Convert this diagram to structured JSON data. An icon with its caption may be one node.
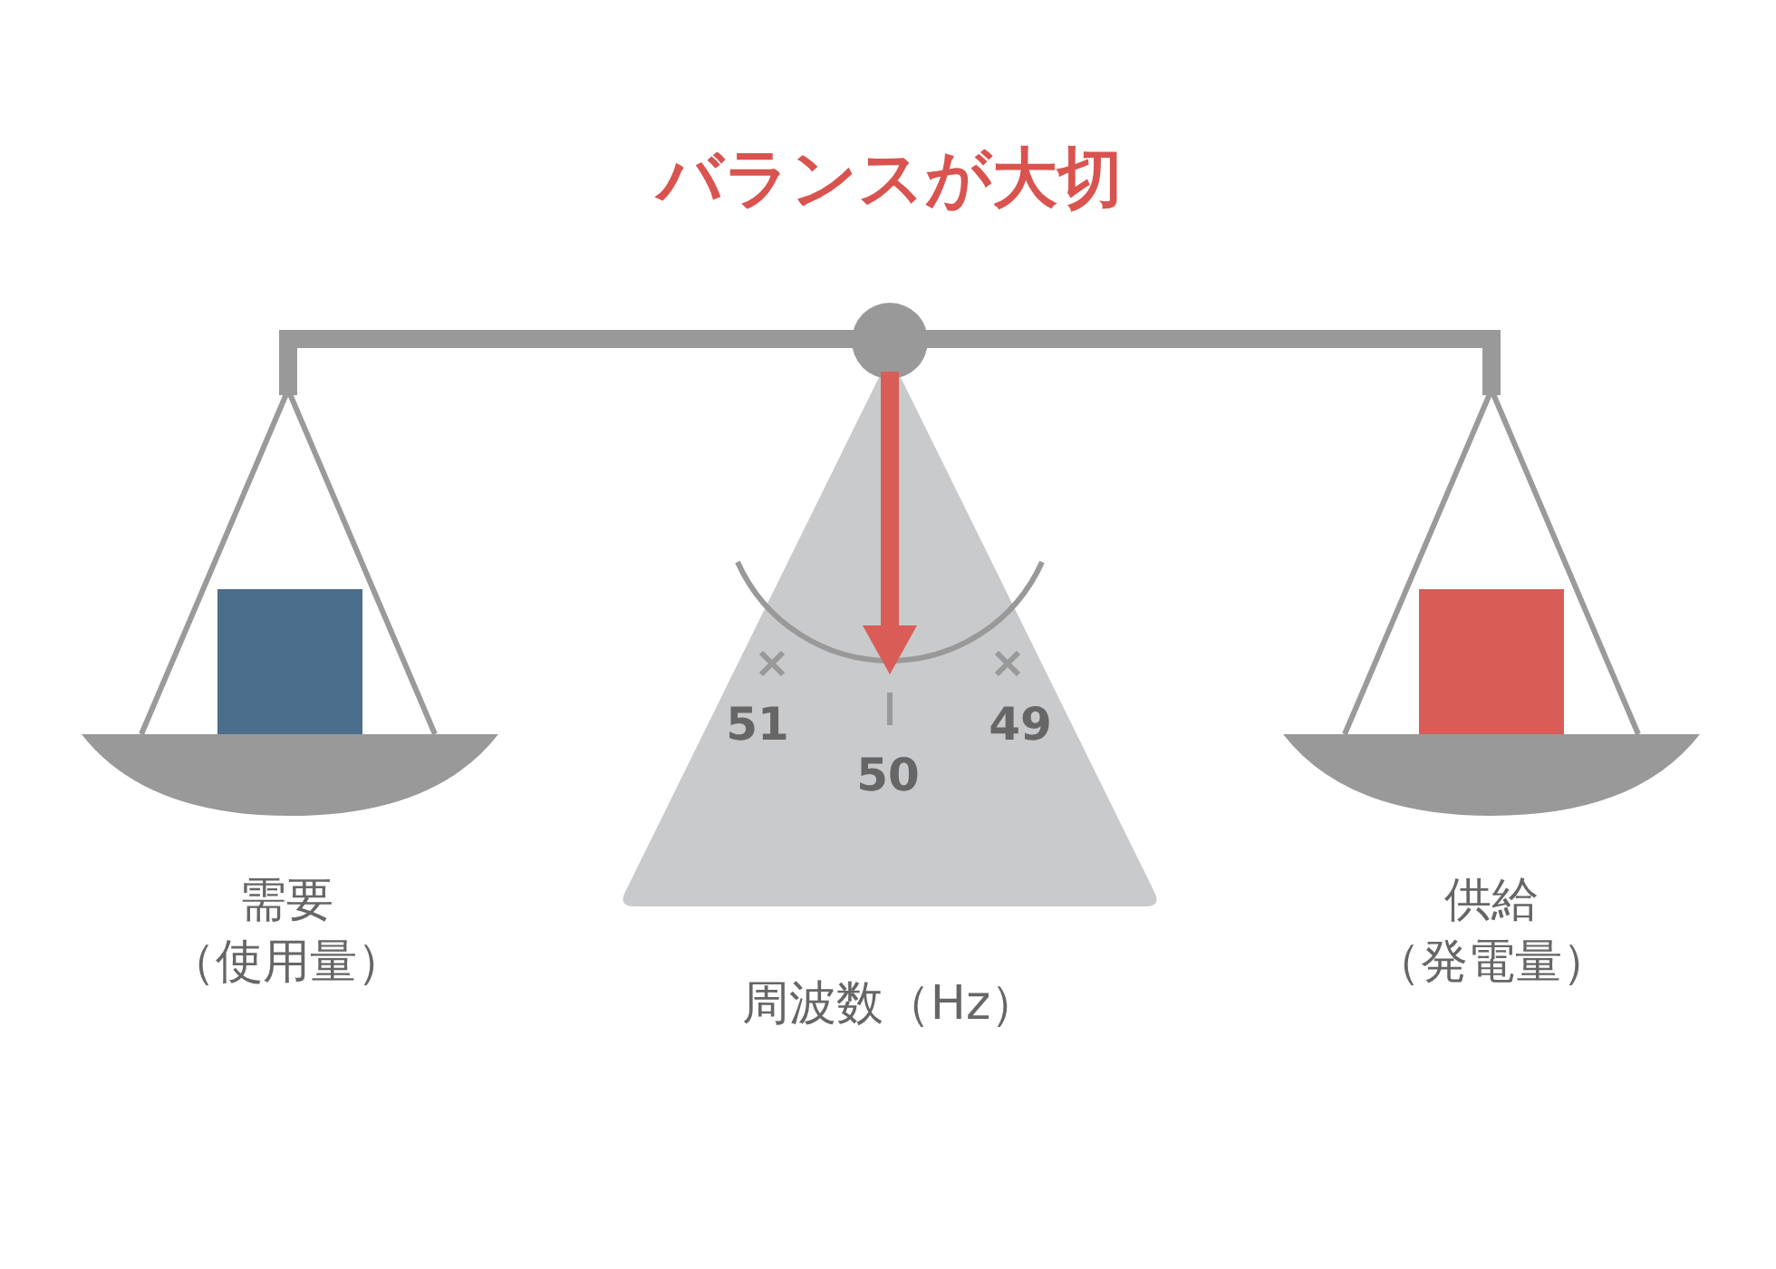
{
  "diagram": {
    "title": "バランスが大切",
    "labels": [
      "51",
      "49",
      "50",
      "需要（使用量）",
      "供給（発電量）",
      "周波数（Hz）"
    ]
  }
}
